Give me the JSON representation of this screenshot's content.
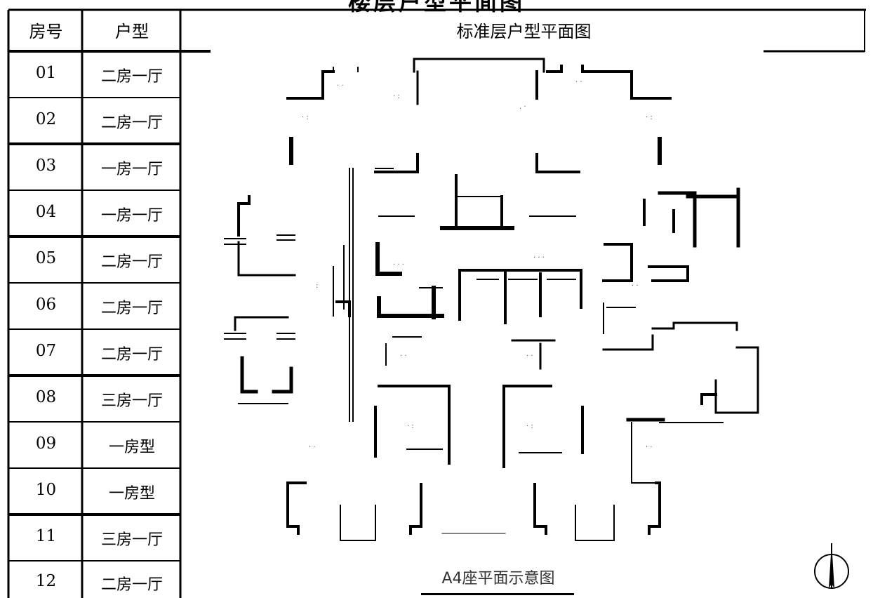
{
  "title": "楼层户型平面图",
  "table": {
    "headers": {
      "room_no": "房号",
      "unit_type": "户型",
      "plan": "标准层户型平面图"
    },
    "rows": [
      {
        "no": "01",
        "type": "二房一厅"
      },
      {
        "no": "02",
        "type": "二房一厅"
      },
      {
        "no": "03",
        "type": "一房一厅"
      },
      {
        "no": "04",
        "type": "一房一厅"
      },
      {
        "no": "05",
        "type": "二房一厅"
      },
      {
        "no": "06",
        "type": "二房一厅"
      },
      {
        "no": "07",
        "type": "二房一厅"
      },
      {
        "no": "08",
        "type": "三房一厅"
      },
      {
        "no": "09",
        "type": "一房型"
      },
      {
        "no": "10",
        "type": "一房型"
      },
      {
        "no": "11",
        "type": "三房一厅"
      },
      {
        "no": "12",
        "type": "二房一厅"
      }
    ]
  },
  "plan": {
    "caption": "A4座平面示意图"
  },
  "icons": {
    "north_arrow": "north-arrow-icon"
  }
}
